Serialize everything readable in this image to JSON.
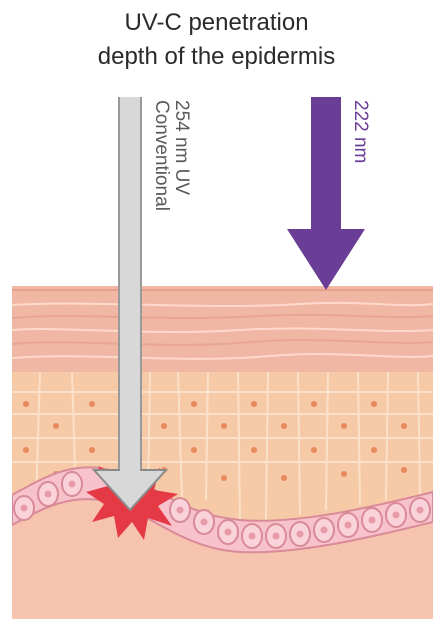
{
  "title": {
    "line1": "UV-C penetration",
    "line2": "depth of the epidermis"
  },
  "arrows": {
    "conventional": {
      "label_line1": "Conventional",
      "label_line2": "254 nm UV",
      "color": "#d8d8d8",
      "outline": "#8a8a8a"
    },
    "far_uvc": {
      "label": "222 nm",
      "color": "#6a3d97"
    }
  },
  "skin_colors": {
    "stratum_corneum": "#f0b7a4",
    "top_line": "#e8a08b",
    "cells": "#f6caa6",
    "cell_nucleus": "#e8885e",
    "basal_cells": "#f7c2cb",
    "basal_outline": "#d98a98",
    "dermis": "#f6c4ae",
    "burst": "#e63946"
  }
}
